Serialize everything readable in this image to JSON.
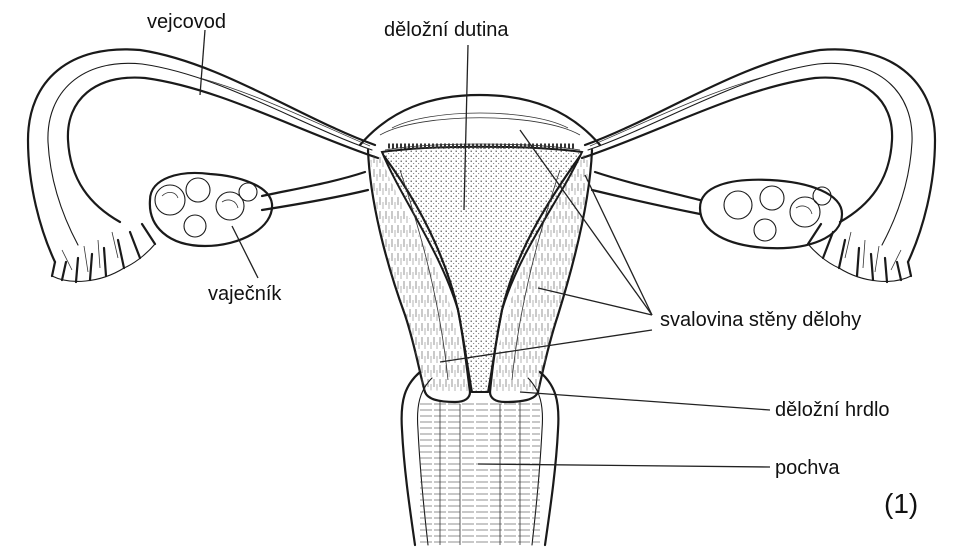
{
  "labels": {
    "oviduct": "vejcovod",
    "uterine_cavity": "děložní dutina",
    "ovary": "vaječník",
    "uterine_wall_muscle": "svalovina stěny dělohy",
    "cervix": "děložní hrdlo",
    "vagina": "pochva",
    "figure_number": "(1)"
  },
  "colors": {
    "ink": "#1a1a1a",
    "background": "#ffffff"
  }
}
